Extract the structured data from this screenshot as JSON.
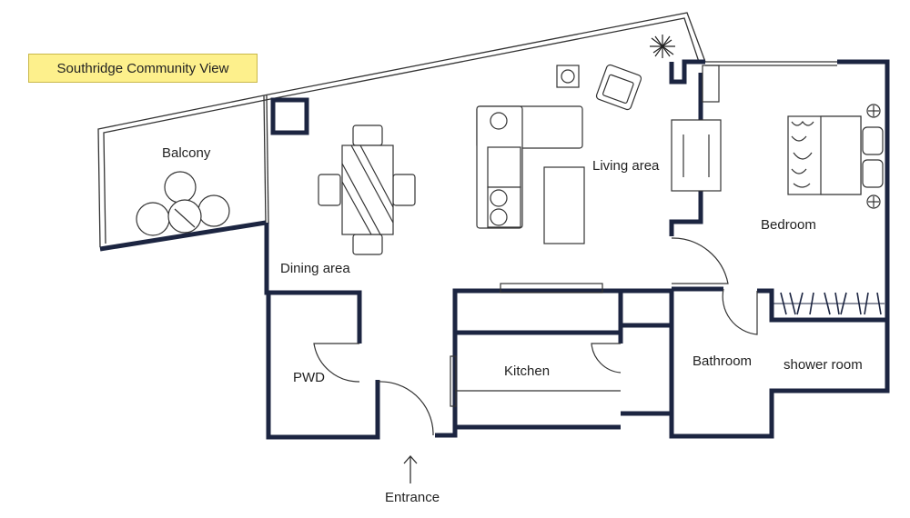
{
  "title": "Southridge Community View",
  "rooms": {
    "balcony": "Balcony",
    "dining": "Dining area",
    "living": "Living area",
    "bedroom": "Bedroom",
    "kitchen": "Kitchen",
    "pwd": "PWD",
    "bathroom": "Bathroom",
    "shower": "shower room"
  },
  "entrance": "Entrance",
  "colors": {
    "wall": "#1c2541",
    "thin_line": "#333333",
    "title_bg": "#fdf08c"
  }
}
